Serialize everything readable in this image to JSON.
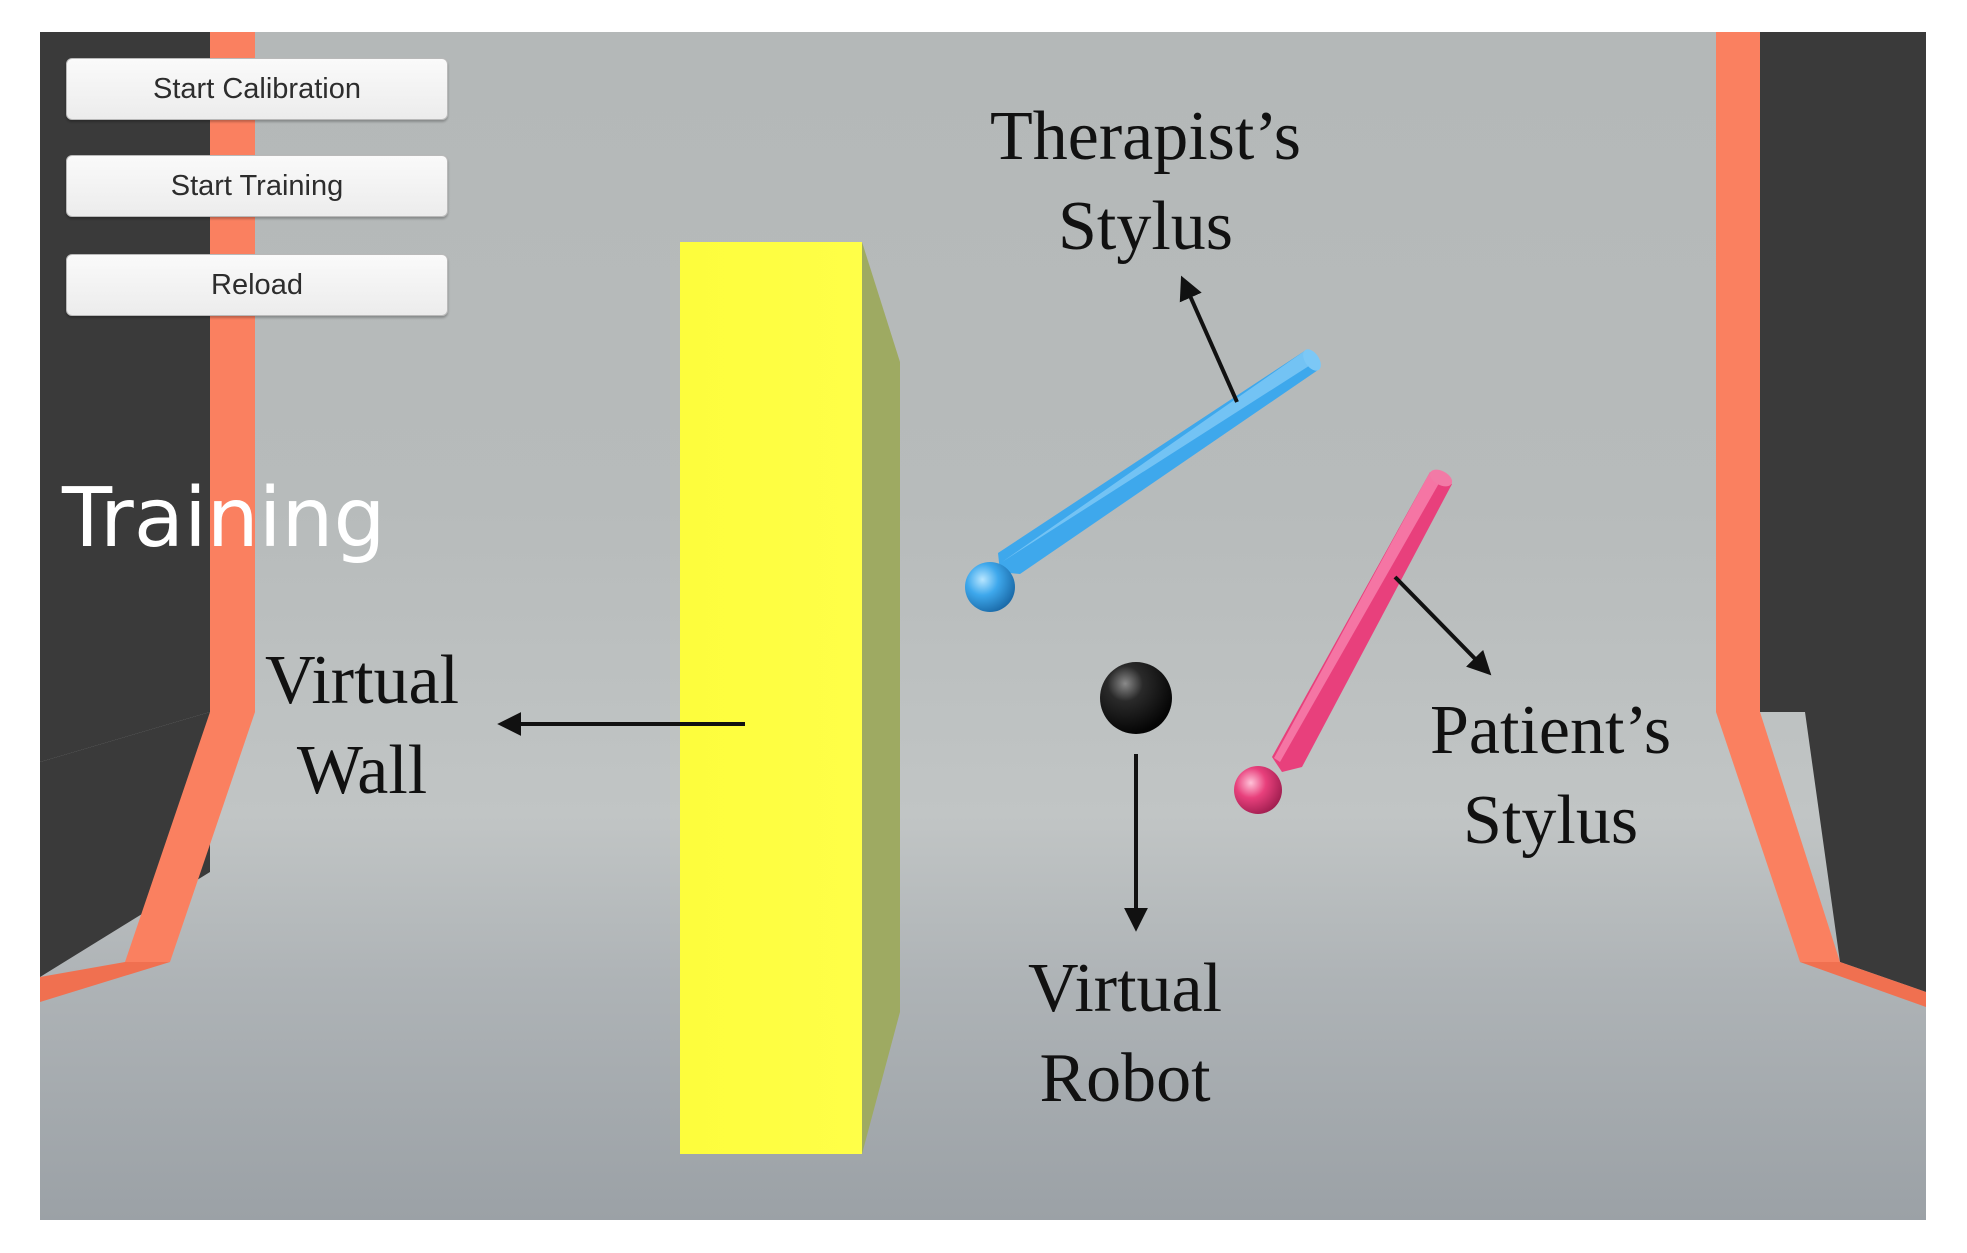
{
  "buttons": {
    "start_calibration": "Start Calibration",
    "start_training": "Start Training",
    "reload": "Reload"
  },
  "mode_label": "Training",
  "annotations": {
    "therapist_stylus": [
      "Therapist’s",
      "Stylus"
    ],
    "virtual_wall": [
      "Virtual",
      "Wall"
    ],
    "patient_stylus": [
      "Patient’s",
      "Stylus"
    ],
    "virtual_robot": [
      "Virtual",
      "Robot"
    ]
  },
  "colors": {
    "wall_face": "#ffff40",
    "wall_side": "#9eaa62",
    "therapist_stylus": "#3ea8ec",
    "patient_stylus": "#e8407c",
    "robot": "#1c1c1c",
    "room_side_wall": "#3a3a3a",
    "room_trim": "#fa8060"
  }
}
